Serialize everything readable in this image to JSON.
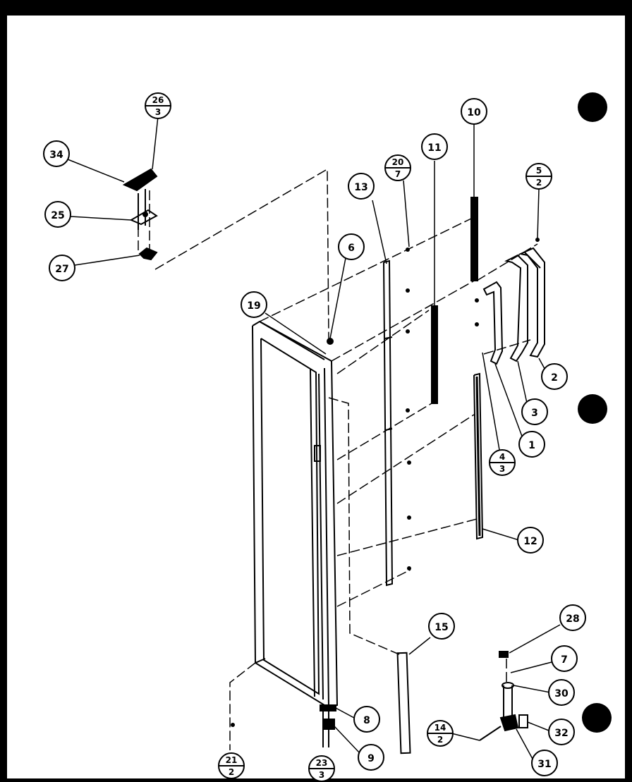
{
  "diagram": {
    "callouts": [
      {
        "id": "c34",
        "label": "34"
      },
      {
        "id": "c25",
        "label": "25"
      },
      {
        "id": "c27",
        "label": "27"
      },
      {
        "id": "c19",
        "label": "19"
      },
      {
        "id": "c6",
        "label": "6"
      },
      {
        "id": "c13",
        "label": "13"
      },
      {
        "id": "c11",
        "label": "11"
      },
      {
        "id": "c10",
        "label": "10"
      },
      {
        "id": "c2",
        "label": "2"
      },
      {
        "id": "c3",
        "label": "3"
      },
      {
        "id": "c1",
        "label": "1"
      },
      {
        "id": "c12",
        "label": "12"
      },
      {
        "id": "c15",
        "label": "15"
      },
      {
        "id": "c28",
        "label": "28"
      },
      {
        "id": "c7",
        "label": "7"
      },
      {
        "id": "c30",
        "label": "30"
      },
      {
        "id": "c32",
        "label": "32"
      },
      {
        "id": "c31",
        "label": "31"
      },
      {
        "id": "c8",
        "label": "8"
      },
      {
        "id": "c9",
        "label": "9"
      }
    ],
    "fraction_callouts": [
      {
        "id": "f26",
        "top": "26",
        "bottom": "3"
      },
      {
        "id": "f20",
        "top": "20",
        "bottom": "7"
      },
      {
        "id": "f5",
        "top": "5",
        "bottom": "2"
      },
      {
        "id": "f4",
        "top": "4",
        "bottom": "3"
      },
      {
        "id": "f14",
        "top": "14",
        "bottom": "2"
      },
      {
        "id": "f21",
        "top": "21",
        "bottom": "2"
      },
      {
        "id": "f23",
        "top": "23",
        "bottom": "3"
      }
    ]
  }
}
